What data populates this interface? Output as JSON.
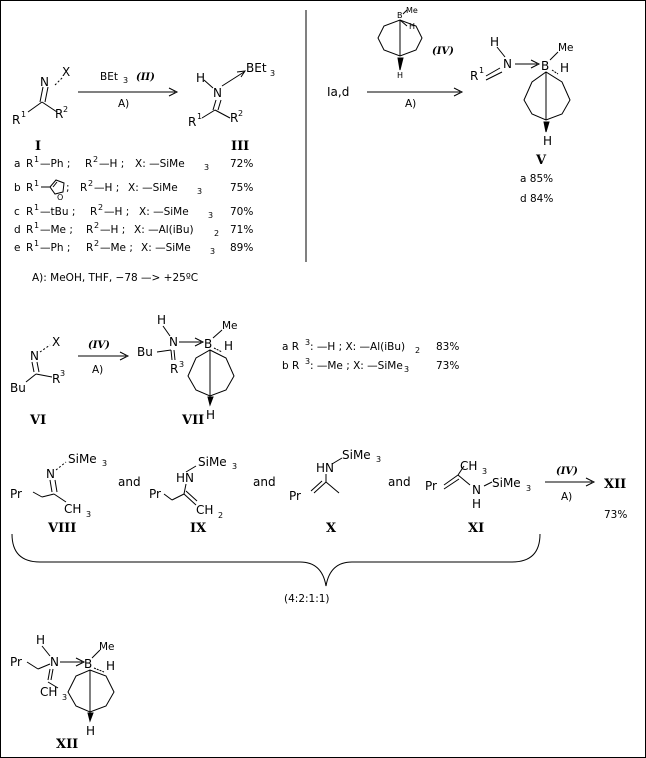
{
  "colors": {
    "line": "#000000",
    "background": "#ffffff"
  },
  "atoms": {
    "N": "N",
    "X": "X",
    "H": "H",
    "B": "B",
    "Me": "Me",
    "O": "O",
    "R": "R",
    "sup1": "1",
    "sup2": "2",
    "sup3": "3",
    "Bu": "Bu",
    "Pr": "Pr",
    "CH": "CH",
    "sub3": "3",
    "sub2": "2",
    "BEt": "BEt",
    "SiMe": "SiMe"
  },
  "scheme1": {
    "reagent": "BEt",
    "reagent_sub": "3",
    "reagent_label": "(II)",
    "condition": "A)",
    "label_left": "I",
    "label_right": "III",
    "rows": [
      {
        "letter": "a",
        "r1": "—Ph ;",
        "r2": "—H ;",
        "x": "X: —SiMe",
        "x_sub": "3",
        "yield": "72%"
      },
      {
        "letter": "b",
        "r1": "",
        "r2": "—H ;",
        "x": "X: —SiMe",
        "x_sub": "3",
        "yield": "75%"
      },
      {
        "letter": "c",
        "r1": "—tBu ;",
        "r2": "—H ;",
        "x": "X: —SiMe",
        "x_sub": "3",
        "yield": "70%"
      },
      {
        "letter": "d",
        "r1": "—Me ;",
        "r2": "—H ;",
        "x": "X: —Al(iBu)",
        "x_sub": "2",
        "yield": "71%"
      },
      {
        "letter": "e",
        "r1": "—Ph ;",
        "r2": "—Me ;",
        "x": "X: —SiMe",
        "x_sub": "3",
        "yield": "89%"
      }
    ],
    "conditions_note": "A): MeOH,  THF,  −78  —>  +25ºC"
  },
  "scheme2": {
    "start": "Ia,d",
    "reagent_label": "(IV)",
    "condition": "A)",
    "product": "V",
    "yields": [
      "a  85%",
      "d  84%"
    ]
  },
  "scheme3": {
    "reagent_label": "(IV)",
    "condition": "A)",
    "label_left": "VI",
    "label_right": "VII",
    "rows": [
      {
        "text": "a  R",
        "sup": "3",
        "mid": ": —H ;  X: —Al(iBu)",
        "sub": "2",
        "yield": "83%"
      },
      {
        "text": "b  R",
        "sup": "3",
        "mid": ": —Me ;  X: —SiMe",
        "sub": "3",
        "yield": "73%"
      }
    ]
  },
  "scheme4": {
    "and": "and",
    "labels": [
      "VIII",
      "IX",
      "X",
      "XI"
    ],
    "reagent_label": "(IV)",
    "condition": "A)",
    "product": "XII",
    "yield": "73%",
    "ratio": "(4:2:1:1)"
  },
  "final_label": "XII"
}
